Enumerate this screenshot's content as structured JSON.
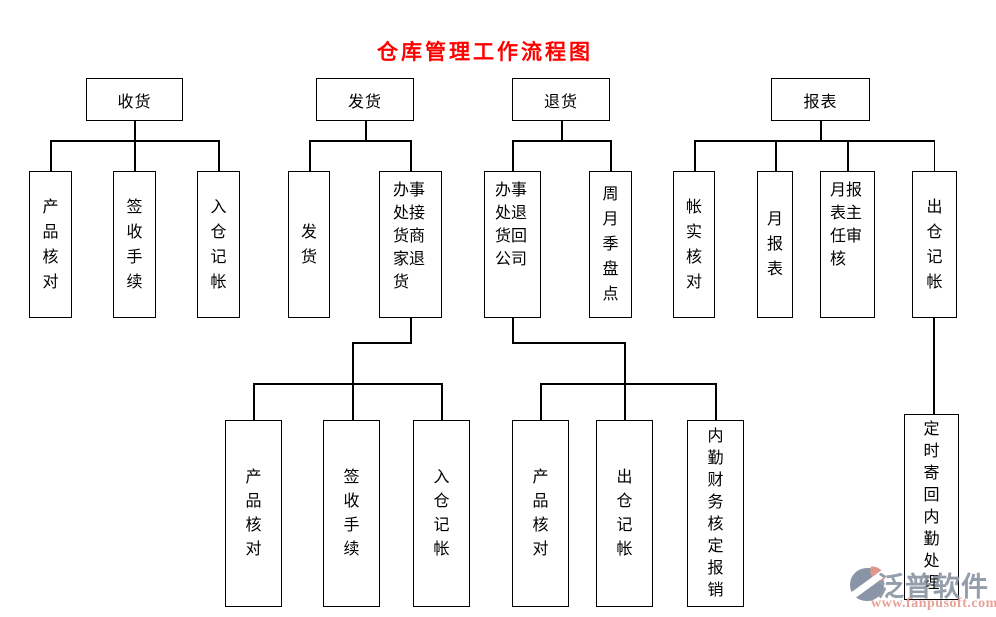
{
  "title": "仓库管理工作流程图",
  "colors": {
    "title": "#ff0000",
    "line": "#000000",
    "box_border": "#000000",
    "watermark_brand": "#8c95a3",
    "watermark_url": "#e49a90",
    "watermark_logo_accent": "#dd8f82"
  },
  "branches": [
    {
      "label": "收货",
      "children": [
        {
          "label": "产品核对"
        },
        {
          "label": "签收手续"
        },
        {
          "label": "入仓　记帐"
        }
      ]
    },
    {
      "label": "发货",
      "children": [
        {
          "label": "发　货"
        },
        {
          "label": "办事处接货商家退货",
          "children": [
            {
              "label": "产品核对"
            },
            {
              "label": "签收手续"
            },
            {
              "label": "入仓　记帐"
            }
          ]
        }
      ]
    },
    {
      "label": "退货",
      "children": [
        {
          "label": "办事处退货回公司",
          "children": [
            {
              "label": "产品核对"
            },
            {
              "label": "出仓　记帐"
            },
            {
              "label": "内勤财务核定报销"
            }
          ]
        },
        {
          "label": "周月季盘点"
        }
      ]
    },
    {
      "label": "报表",
      "children": [
        {
          "label": "帐实核对"
        },
        {
          "label": "月报表"
        },
        {
          "label": "月报表主任审核"
        },
        {
          "label": "出仓　记帐",
          "children": [
            {
              "label": "定时寄回内勤处理"
            }
          ]
        }
      ]
    }
  ],
  "watermark": {
    "brand": "泛普软件",
    "url": "www.fanpusoft.com"
  }
}
